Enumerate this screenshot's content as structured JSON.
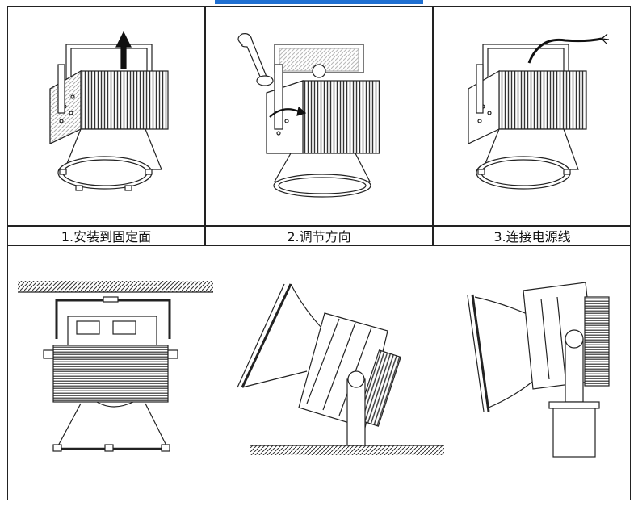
{
  "steps": [
    {
      "label": "1.安装到固定面"
    },
    {
      "label": "2.调节方向"
    },
    {
      "label": "3.连接电源线"
    }
  ],
  "colors": {
    "accent": "#1f6fd1",
    "line": "#222222",
    "wire": "#111111"
  }
}
